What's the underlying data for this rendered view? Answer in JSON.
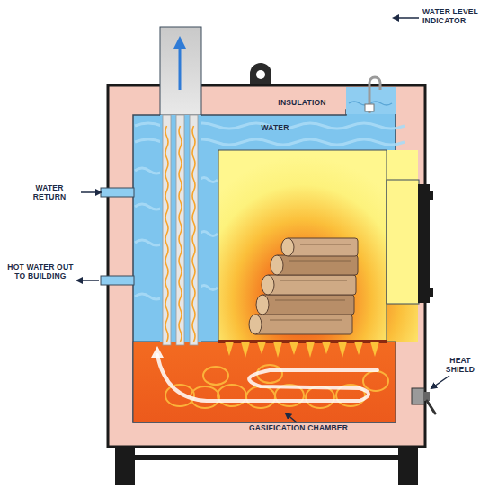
{
  "diagram": {
    "labels": [
      "WATER LEVEL INDICATOR",
      "INSULATION",
      "WATER",
      "WATER RETURN",
      "HOT WATER OUT TO BUILDING",
      "HEAT SHIELD",
      "GASIFICATION CHAMBER"
    ]
  }
}
